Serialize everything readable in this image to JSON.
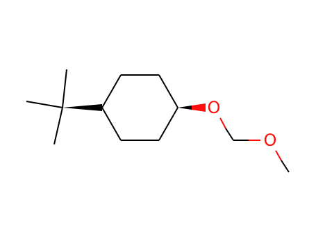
{
  "molecule": {
    "atoms": {
      "oxygen_ether": "O",
      "oxygen_methoxy": "O"
    },
    "colors": {
      "bond": "#000000",
      "heteroatom_oxygen": "#ff0d0d",
      "background": "#ffffff"
    },
    "stereo_bonds": [
      "wedge-tert-butyl",
      "wedge-oxygen"
    ]
  }
}
